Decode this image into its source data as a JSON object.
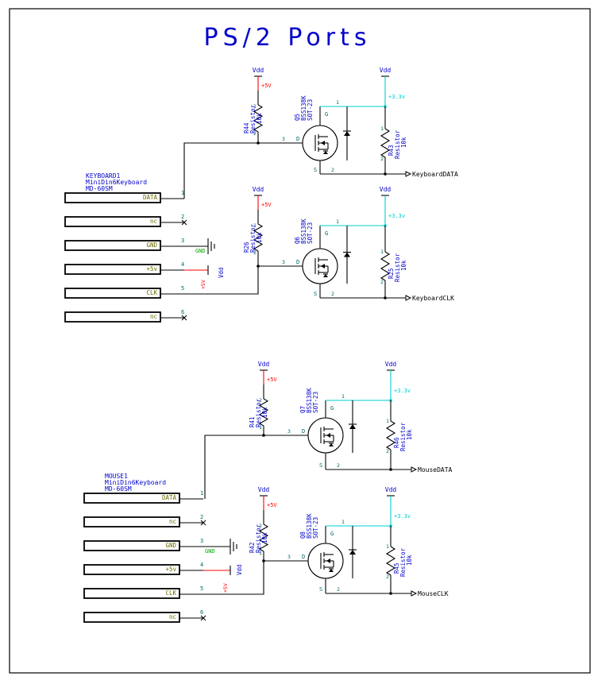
{
  "title": "PS/2 Ports",
  "colors": {
    "wire": "#000000",
    "label": "#0000cc",
    "pin": "#006666",
    "power": "#ff0000",
    "rail33": "#00cccc",
    "gnd": "#00aa00",
    "connector_text": "#6b6b00",
    "border": "#000000"
  },
  "keyboard": {
    "ref": "KEYBOARD1",
    "part": "MiniDin6Keyboard",
    "footprint": "MD-60SM",
    "pins": [
      {
        "n": "1",
        "label": "DATA"
      },
      {
        "n": "2",
        "label": "nc"
      },
      {
        "n": "3",
        "label": "GND"
      },
      {
        "n": "4",
        "label": "+5v"
      },
      {
        "n": "5",
        "label": "CLK"
      },
      {
        "n": "6",
        "label": "nc"
      }
    ]
  },
  "mouse": {
    "ref": "MOUSE1",
    "part": "MiniDin6Keyboard",
    "footprint": "MD-60SM",
    "pins": [
      {
        "n": "1",
        "label": "DATA"
      },
      {
        "n": "2",
        "label": "nc"
      },
      {
        "n": "3",
        "label": "GND"
      },
      {
        "n": "4",
        "label": "+5v"
      },
      {
        "n": "5",
        "label": "CLK"
      },
      {
        "n": "6",
        "label": "nc"
      }
    ]
  },
  "stages": [
    {
      "fet": "Q5",
      "fet_part": "BSS138K",
      "fet_pkg": "SOT-23",
      "r5": "R44",
      "r33": "R43",
      "rtype": "Resistor",
      "rval5": "10k",
      "rval33": "10k",
      "net": "KeyboardDATA"
    },
    {
      "fet": "Q6",
      "fet_part": "BSS138K",
      "fet_pkg": "SOT-23",
      "r5": "R26",
      "r33": "R25",
      "rtype": "Resistor",
      "rval5": "10k",
      "rval33": "10k",
      "net": "KeyboardCLK"
    },
    {
      "fet": "Q7",
      "fet_part": "BSS138K",
      "fet_pkg": "SOT-23",
      "r5": "R41",
      "r33": "R46",
      "rtype": "Resistor",
      "rval5": "10k",
      "rval33": "10k",
      "net": "MouseDATA"
    },
    {
      "fet": "Q8",
      "fet_part": "BSS138K",
      "fet_pkg": "SOT-23",
      "r5": "R42",
      "r33": "R45",
      "rtype": "Resistor",
      "rval5": "10k",
      "rval33": "10k",
      "net": "MouseCLK"
    }
  ],
  "net_labels": {
    "vdd": "Vdd",
    "plus5v": "+5V",
    "plus5v_small": "+5V",
    "plus33v": "+3.3v",
    "gnd": "GND",
    "pin_d": "D",
    "pin_s": "S",
    "pin_g": "G"
  }
}
